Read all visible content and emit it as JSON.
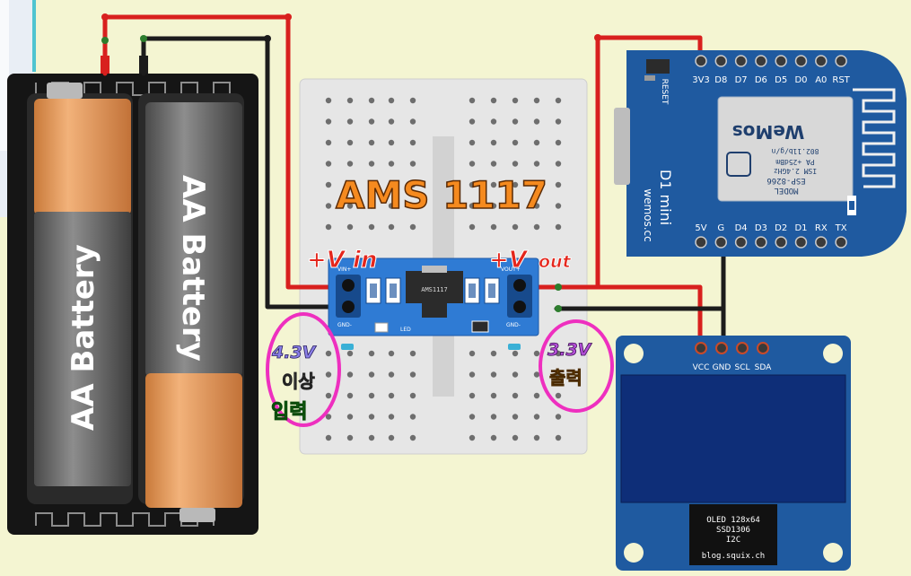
{
  "title": "AMS 1117",
  "battery": {
    "label_left": "AA Battery",
    "label_right": "AA Battery"
  },
  "regulator": {
    "vin_label": "+V in",
    "vout_label_v": "+V",
    "vout_label_sub": "out",
    "chip": "AMS1117",
    "pin_vin": "VIN+",
    "pin_gnd_left": "GND-",
    "pin_vout": "VOUT+",
    "pin_gnd_right": "GND-",
    "led": "LED"
  },
  "input_note": {
    "voltage": "4.3V",
    "line1": "이상",
    "line2": "입력"
  },
  "output_note": {
    "voltage": "3.3V",
    "line1": "출력"
  },
  "wemos": {
    "top_pins": [
      "3V3",
      "D8",
      "D7",
      "D6",
      "D5",
      "D0",
      "A0",
      "RST"
    ],
    "bottom_pins": [
      "5V",
      "G",
      "D4",
      "D3",
      "D2",
      "D1",
      "RX",
      "TX"
    ],
    "reset": "RESET",
    "model": "MODEL",
    "chip": "ESP-8266",
    "ism": "ISM 2.4GHz",
    "pa": "PA +25dBm",
    "wifi": "802.11b/g/n",
    "brand": "WeMos",
    "board_name": "D1 mini",
    "url": "wemos.cc"
  },
  "oled": {
    "pins": [
      "VCC",
      "GND",
      "SCL",
      "SDA"
    ],
    "line1": "OLED 128x64",
    "line2": "SSD1306",
    "line3": "I2C",
    "url": "blog.squix.ch"
  },
  "colors": {
    "background": "#f4f5d2",
    "wire_red": "#d8201e",
    "wire_black": "#1c1c1c",
    "board_blue": "#1f5aa0",
    "regulator_blue": "#2f7bd4",
    "title_orange": "#f58a1f",
    "label_red": "#e4261c",
    "highlight_magenta": "#ee2fbf",
    "note_purple": "#8a7fe8",
    "note_green": "#3cde3c",
    "note_orange": "#f0a024"
  }
}
